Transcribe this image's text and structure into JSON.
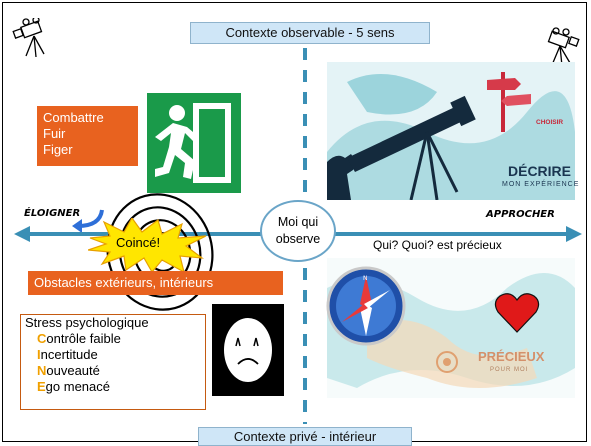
{
  "top_title": "Contexte observable - 5 sens",
  "bottom_title": "Contexte privé - intérieur",
  "reactions": [
    "Combattre",
    "Fuir",
    "Figer"
  ],
  "left_arrow_label": "ÉLOIGNER",
  "right_arrow_label": "APPROCHER",
  "center": {
    "line1": "Moi qui",
    "line2": "observe"
  },
  "stuck_label": "Coincé!",
  "obstacles_label": "Obstacles extérieurs, intérieurs",
  "valued_question": "Qui? Quoi? est précieux",
  "stress": {
    "title": "Stress psychologique",
    "items": [
      {
        "letter": "C",
        "rest": "ontrôle faible"
      },
      {
        "letter": "I",
        "rest": "ncertitude"
      },
      {
        "letter": "N",
        "rest": "ouveauté"
      },
      {
        "letter": "E",
        "rest": "go menacé"
      }
    ]
  },
  "decrire_card": {
    "sign": "CHOISIR",
    "title": "DÉCRIRE",
    "subtitle": "MON EXPÉRIENCE"
  },
  "precieux_card": {
    "title": "PRÉCIEUX",
    "subtitle": "POUR MOI"
  },
  "colors": {
    "arrow": "#3a8fb5",
    "orange": "#e8621f",
    "exit_green": "#1a9a4a",
    "heart": "#e01919",
    "burst": "#ffe600",
    "letter_highlight": "#f0a000"
  },
  "icons": [
    "camera-tripod-icon",
    "exit-sign-icon",
    "telescope-icon",
    "compass-icon",
    "heart-icon",
    "sad-face-icon",
    "spiral-icon",
    "curved-arrow-icon"
  ]
}
